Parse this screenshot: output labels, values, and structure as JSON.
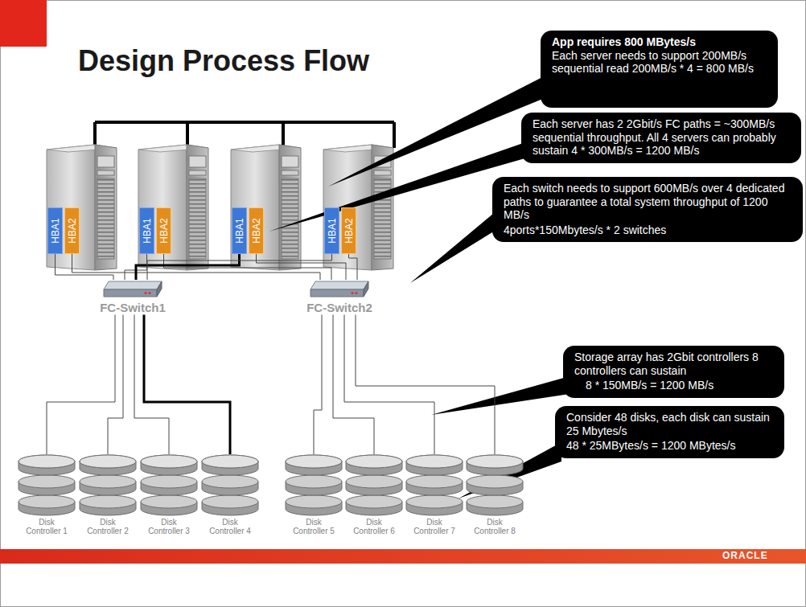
{
  "diagram": {
    "title": "Design Process Flow",
    "nodes": [
      {
        "text": [
          "HBA1"
        ]
      },
      {
        "text": [
          "HBA2"
        ]
      },
      {
        "text": [
          "HBA1"
        ]
      },
      {
        "text": [
          "HBA2"
        ]
      },
      {
        "text": [
          "HBA1"
        ]
      },
      {
        "text": [
          "HBA2"
        ]
      },
      {
        "text": [
          "HBA1"
        ]
      },
      {
        "text": [
          "HBA2"
        ]
      },
      {
        "text": [
          "FC-Switch1"
        ]
      },
      {
        "text": [
          "FC-Switch2"
        ]
      },
      {
        "text": [
          "Disk Controller 1"
        ]
      },
      {
        "text": [
          "Disk Controller 2"
        ]
      },
      {
        "text": [
          "Disk Controller 3"
        ]
      },
      {
        "text": [
          "Disk Controller 4"
        ]
      },
      {
        "text": [
          "Disk Controller 5"
        ]
      },
      {
        "text": [
          "Disk Controller 6"
        ]
      },
      {
        "text": [
          "Disk Controller 7"
        ]
      },
      {
        "text": [
          "Disk Controller 8"
        ]
      },
      {
        "text": [
          "App requires 800 MBytes/s",
          "Each server needs to support 200MB/s sequential read 200MB/s * 4 = 800 MB/s"
        ]
      },
      {
        "text": [
          "Each server has 2 2Gbit/s FC paths = ~300MB/s sequential throughput. All 4 servers can probably sustain 4 * 300MB/s = 1200 MB/s"
        ]
      },
      {
        "text": [
          "Each switch needs to support 600MB/s over 4 dedicated paths to guarantee a total system throughput of 1200 MB/s",
          "4ports*150Mbytes/s * 2 switches"
        ]
      },
      {
        "text": [
          "Storage array has 2Gbit controllers 8 controllers can sustain",
          "8 * 150MB/s = 1200 MB/s"
        ]
      },
      {
        "text": [
          "Consider 48 disks, each disk can sustain 25 Mbytes/s",
          "48 * 25MBytes/s = 1200 MBytes/s"
        ]
      }
    ],
    "edges": [
      {
        "from": 0,
        "to": 8,
        "arrow": "none"
      },
      {
        "from": 1,
        "to": 9,
        "arrow": "none"
      },
      {
        "from": 2,
        "to": 8,
        "arrow": "none"
      },
      {
        "from": 3,
        "to": 9,
        "arrow": "none"
      },
      {
        "from": 4,
        "to": 8,
        "arrow": "none"
      },
      {
        "from": 5,
        "to": 9,
        "arrow": "none"
      },
      {
        "from": 6,
        "to": 8,
        "arrow": "none"
      },
      {
        "from": 7,
        "to": 9,
        "arrow": "none"
      },
      {
        "from": 8,
        "to": 10,
        "arrow": "none"
      },
      {
        "from": 8,
        "to": 11,
        "arrow": "none"
      },
      {
        "from": 8,
        "to": 12,
        "arrow": "none"
      },
      {
        "from": 8,
        "to": 13,
        "arrow": "none"
      },
      {
        "from": 9,
        "to": 14,
        "arrow": "none"
      },
      {
        "from": 9,
        "to": 15,
        "arrow": "none"
      },
      {
        "from": 9,
        "to": 16,
        "arrow": "none"
      },
      {
        "from": 9,
        "to": 17,
        "arrow": "none"
      }
    ],
    "labels": [
      "ORACLE"
    ]
  }
}
